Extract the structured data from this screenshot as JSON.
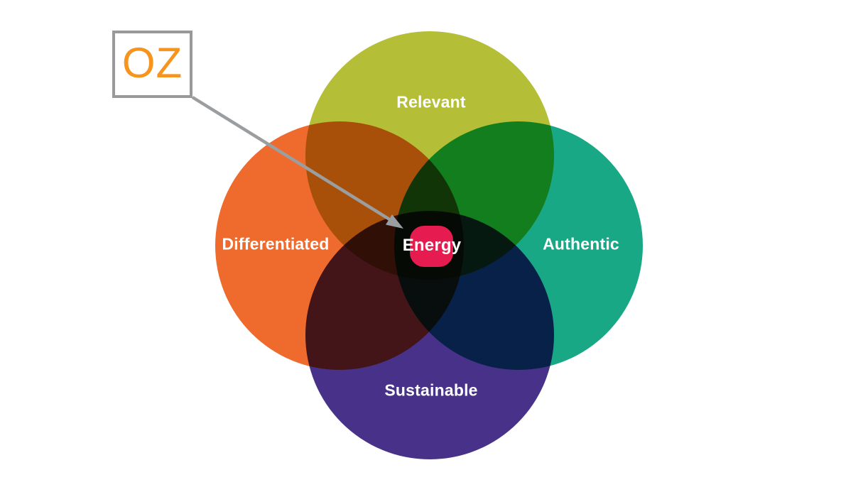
{
  "diagram": {
    "type": "venn",
    "logo_box": {
      "label": "OZ",
      "text_color": "#F7941E",
      "border_color": "#97999B"
    },
    "arrow_color": "#9B9EA0",
    "label_text_color": "#FFFFFF",
    "circles": [
      {
        "id": "relevant",
        "label": "Relevant",
        "color": "#B4BF37",
        "position": "top"
      },
      {
        "id": "differentiated",
        "label": "Differentiated",
        "color": "#EE6B2D",
        "position": "left"
      },
      {
        "id": "authentic",
        "label": "Authentic",
        "color": "#19A886",
        "position": "right"
      },
      {
        "id": "sustainable",
        "label": "Sustainable",
        "color": "#483189",
        "position": "bottom"
      }
    ],
    "center": {
      "label": "Energy",
      "color": "#E61C50"
    }
  }
}
